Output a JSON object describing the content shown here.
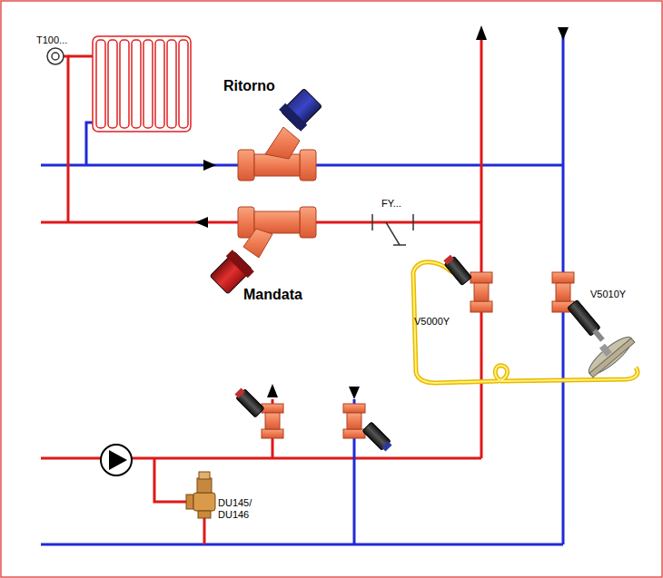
{
  "diagram": {
    "labels": [
      "T100...",
      "Ritorno",
      "FY...",
      "Mandata",
      "V5000Y",
      "V5010Y",
      "DU145/ DU146"
    ]
  }
}
